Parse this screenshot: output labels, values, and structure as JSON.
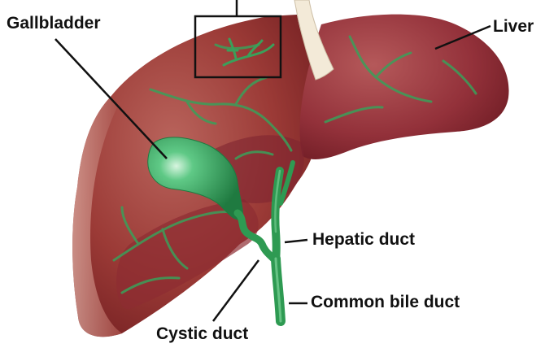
{
  "labels": {
    "gallbladder": "Gallbladder",
    "liver": "Liver",
    "hepatic_duct": "Hepatic duct",
    "common_bile_duct": "Common bile duct",
    "cystic_duct": "Cystic duct"
  },
  "colors": {
    "liver": "#8a2a2a",
    "liver_highlight": "#c98a80",
    "ligament": "#f3ead8",
    "bile_green": "#2e9a52",
    "bile_green_light": "#7fd49a",
    "label_text": "#111111"
  }
}
